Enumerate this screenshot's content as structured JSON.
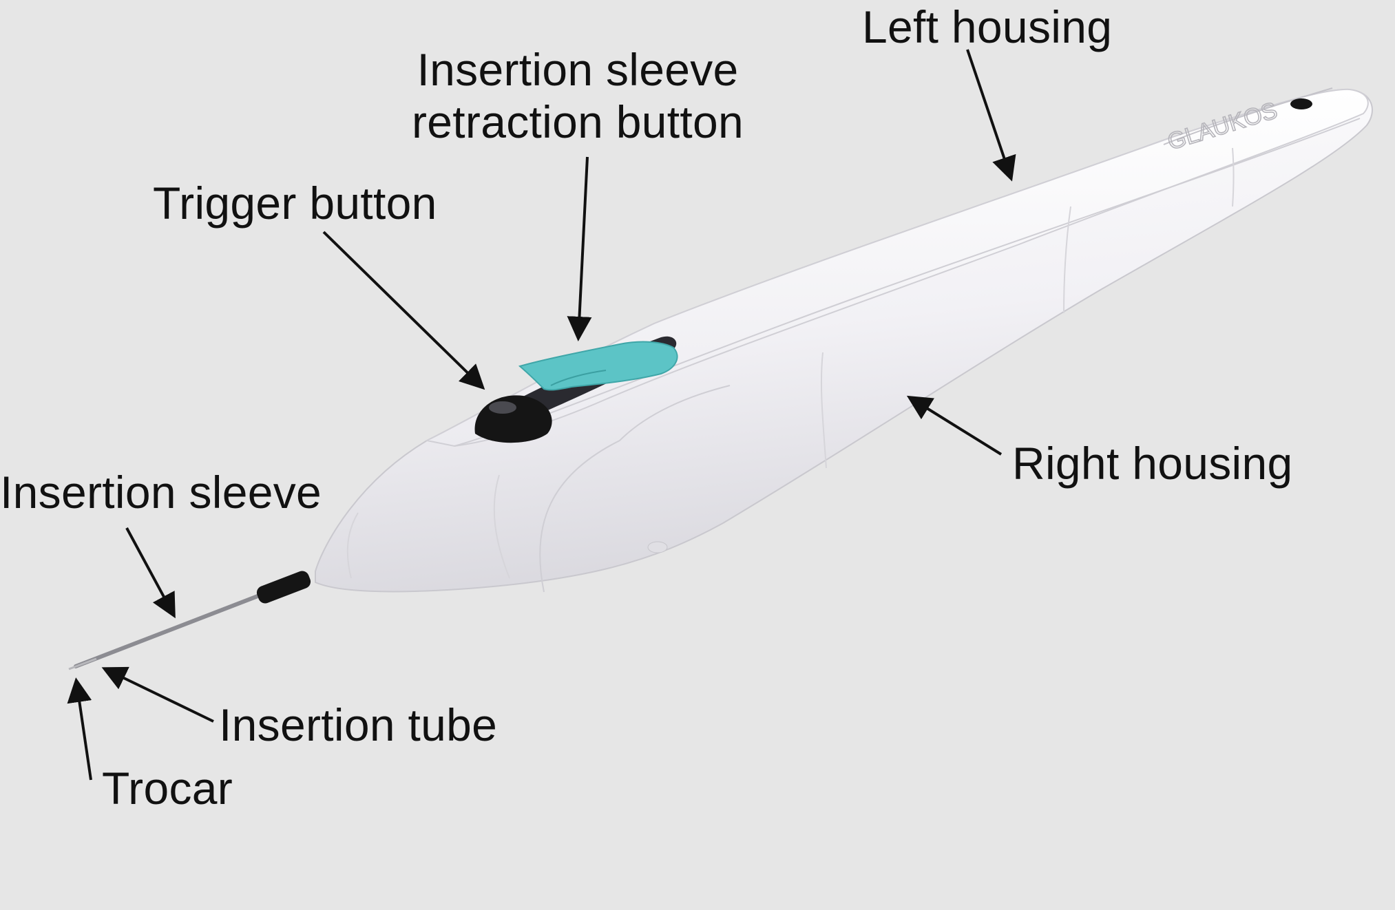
{
  "labels": {
    "left_housing": "Left housing",
    "retraction_button_line1": "Insertion sleeve",
    "retraction_button_line2": "retraction button",
    "trigger_button": "Trigger button",
    "right_housing": "Right housing",
    "insertion_sleeve": "Insertion sleeve",
    "insertion_tube": "Insertion tube",
    "trocar": "Trocar"
  },
  "device_logo_text": "GLAUKOS",
  "colors": {
    "background": "#e6e6e6",
    "body": "#f3f2f6",
    "retraction_button": "#5cc4c6",
    "trigger_button": "#151515",
    "arrow": "#111111"
  }
}
